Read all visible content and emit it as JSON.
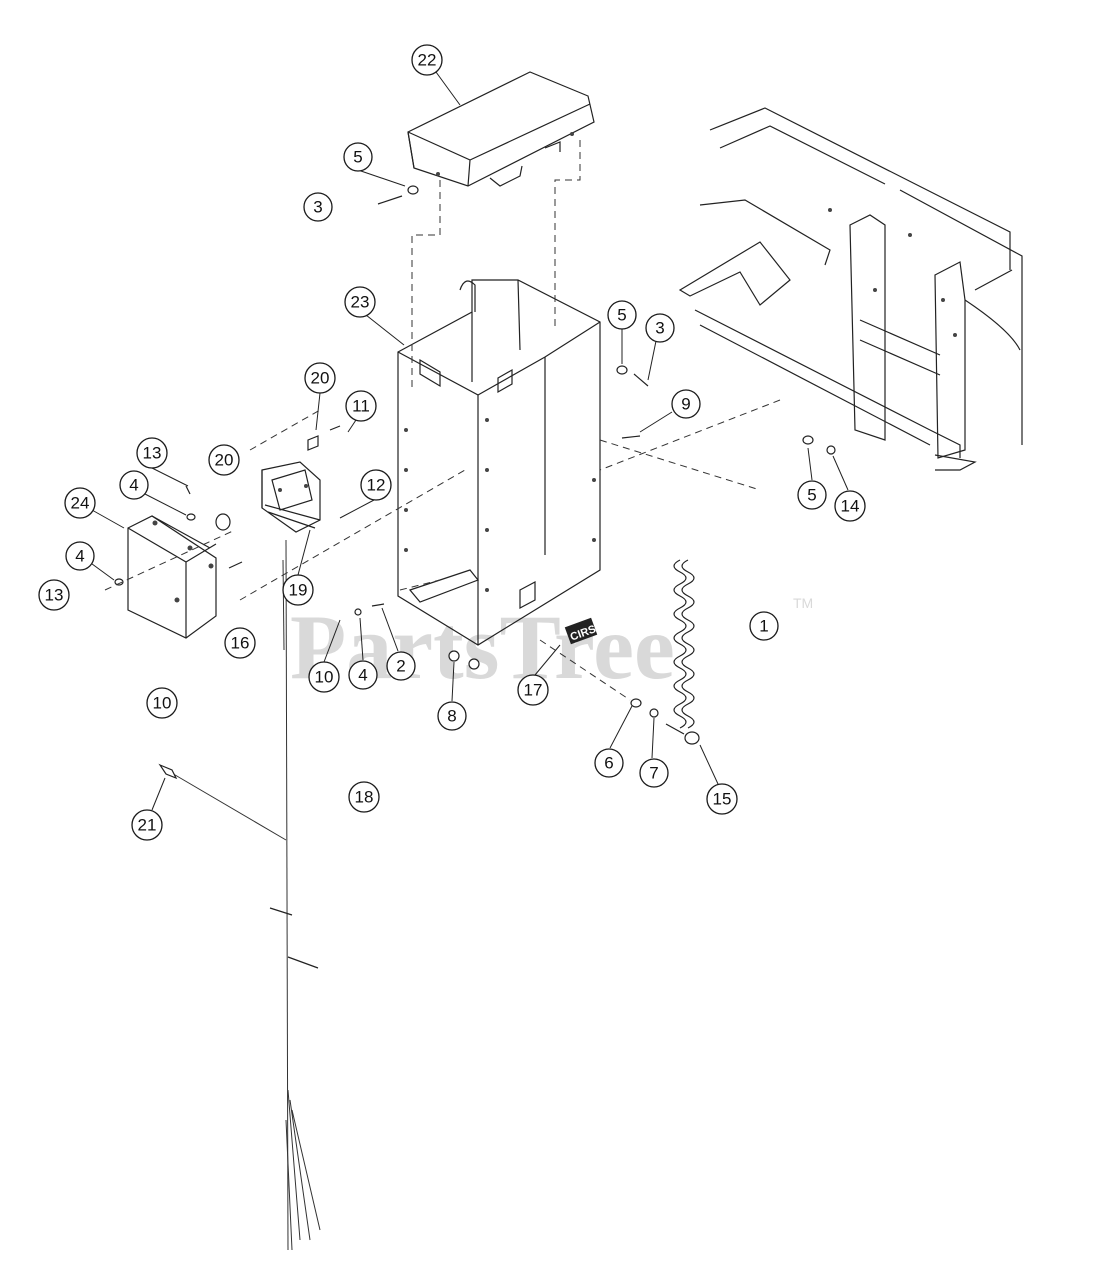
{
  "watermark": {
    "brand": "PartsTree",
    "trademark": "TM"
  },
  "decal_label": "CIRS",
  "callouts": [
    {
      "id": "c-22",
      "label": "22"
    },
    {
      "id": "c-5a",
      "label": "5"
    },
    {
      "id": "c-3a",
      "label": "3"
    },
    {
      "id": "c-23",
      "label": "23"
    },
    {
      "id": "c-5b",
      "label": "5"
    },
    {
      "id": "c-3b",
      "label": "3"
    },
    {
      "id": "c-20a",
      "label": "20"
    },
    {
      "id": "c-11",
      "label": "11"
    },
    {
      "id": "c-9",
      "label": "9"
    },
    {
      "id": "c-13a",
      "label": "13"
    },
    {
      "id": "c-20b",
      "label": "20"
    },
    {
      "id": "c-12",
      "label": "12"
    },
    {
      "id": "c-4a",
      "label": "4"
    },
    {
      "id": "c-24",
      "label": "24"
    },
    {
      "id": "c-5c",
      "label": "5"
    },
    {
      "id": "c-14",
      "label": "14"
    },
    {
      "id": "c-19",
      "label": "19"
    },
    {
      "id": "c-4b",
      "label": "4"
    },
    {
      "id": "c-13b",
      "label": "13"
    },
    {
      "id": "c-1",
      "label": "1"
    },
    {
      "id": "c-16",
      "label": "16"
    },
    {
      "id": "c-10a",
      "label": "10"
    },
    {
      "id": "c-4c",
      "label": "4"
    },
    {
      "id": "c-2",
      "label": "2"
    },
    {
      "id": "c-17",
      "label": "17"
    },
    {
      "id": "c-10b",
      "label": "10"
    },
    {
      "id": "c-8",
      "label": "8"
    },
    {
      "id": "c-6",
      "label": "6"
    },
    {
      "id": "c-7",
      "label": "7"
    },
    {
      "id": "c-15",
      "label": "15"
    },
    {
      "id": "c-18",
      "label": "18"
    },
    {
      "id": "c-21",
      "label": "21"
    }
  ]
}
